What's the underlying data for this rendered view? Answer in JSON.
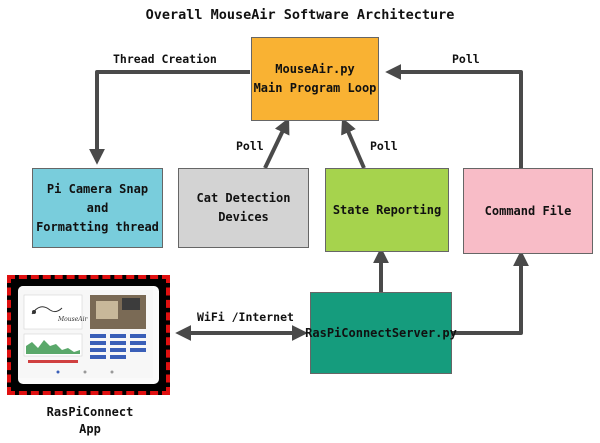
{
  "title": "Overall MouseAir Software Architecture",
  "nodes": {
    "main_loop": {
      "line1": "MouseAir.py",
      "line2": "Main Program Loop",
      "color": "#f9b233"
    },
    "camera_thread": {
      "line1": "Pi Camera Snap and",
      "line2": "Formatting thread",
      "color": "#79cddc"
    },
    "cat_detection": {
      "line1": "Cat Detection",
      "line2": "Devices",
      "color": "#d3d3d3"
    },
    "state_reporting": {
      "label": "State Reporting",
      "color": "#a6d34d"
    },
    "command_file": {
      "label": "Command File",
      "color": "#f8bcc7"
    },
    "server": {
      "label": "RasPiConnectServer.py",
      "color": "#159c7d"
    }
  },
  "edge_labels": {
    "thread_creation": "Thread Creation",
    "poll_cat": "Poll",
    "poll_state": "Poll",
    "poll_command": "Poll",
    "wifi": "WiFi /Internet"
  },
  "app": {
    "line1": "RasPiConnect",
    "line2": "App",
    "screen_logo": "MouseAir",
    "frame_color": "#e01010"
  }
}
